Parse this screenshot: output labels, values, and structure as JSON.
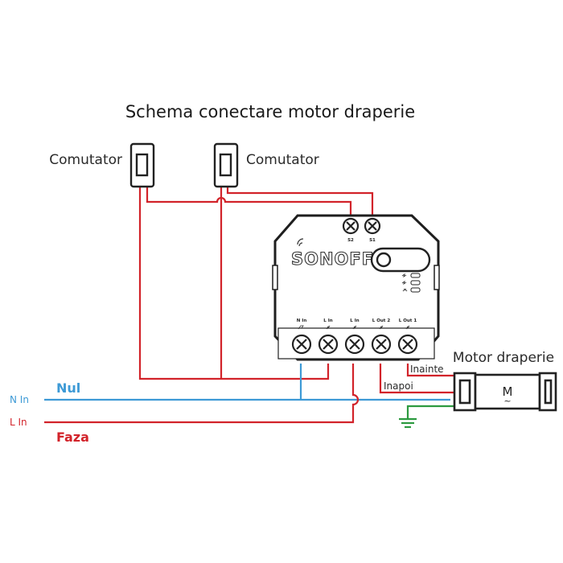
{
  "title": "Schema conectare motor draperie",
  "switches": [
    {
      "label": "Comutator"
    },
    {
      "label": "Comutator"
    }
  ],
  "device": {
    "brand": "SONOFF",
    "top_terminals": [
      "S2",
      "S1"
    ],
    "bottom_terminals": [
      "N In",
      "L In",
      "L In",
      "L Out 2",
      "L Out 1"
    ]
  },
  "motor": {
    "label": "Motor draperie",
    "symbol": "M",
    "symbol_sub": "~"
  },
  "wire_labels": {
    "forward": "Inainte",
    "reverse": "Inapoi"
  },
  "lines": {
    "neutral": {
      "code": "N In",
      "name": "Nul",
      "color": "#3d9ad6"
    },
    "phase": {
      "code": "L In",
      "name": "Faza",
      "color": "#d2232a"
    },
    "ground_color": "#2c9a3f"
  }
}
